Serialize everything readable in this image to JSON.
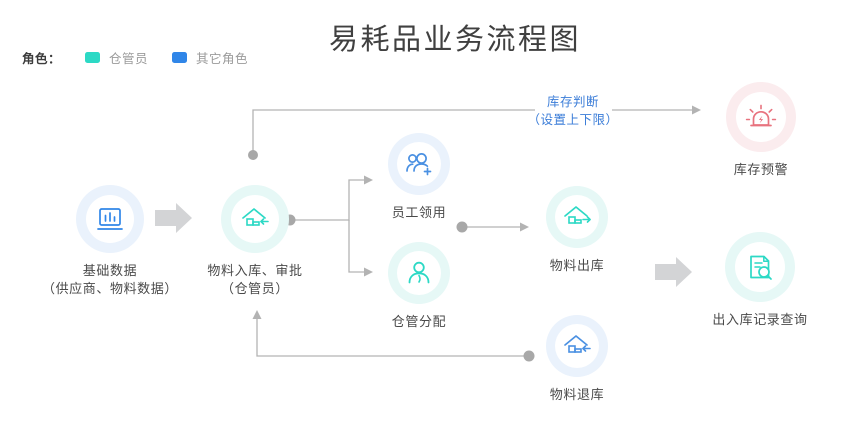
{
  "title": "易耗品业务流程图",
  "legend": {
    "title": "角色：",
    "items": [
      {
        "label": "仓管员",
        "color": "#2CD9C5",
        "icon": "color-swatch-icon"
      },
      {
        "label": "其它角色",
        "color": "#3086E8",
        "icon": "color-swatch-icon"
      }
    ]
  },
  "nodes": [
    {
      "id": "basic-data",
      "icon": "bar-chart-icon",
      "color": "#3086E8",
      "halo": "#EAF2FC",
      "line1": "基础数据",
      "line2": "（供应商、物料数据）"
    },
    {
      "id": "material-inbound",
      "icon": "warehouse-in-icon",
      "color": "#2CD9C5",
      "halo": "#E6F8F6",
      "line1": "物料入库、审批",
      "line2": "（仓管员）"
    },
    {
      "id": "employee-requisition",
      "icon": "add-user-icon",
      "color": "#4A90E2",
      "halo": "#EAF2FC",
      "line1": "员工领用",
      "line2": ""
    },
    {
      "id": "warehouse-allocation",
      "icon": "user-icon",
      "color": "#2CD9C5",
      "halo": "#E6F8F6",
      "line1": "仓管分配",
      "line2": ""
    },
    {
      "id": "material-outbound",
      "icon": "warehouse-out-icon",
      "color": "#2CD9C5",
      "halo": "#E6F8F6",
      "line1": "物料出库",
      "line2": ""
    },
    {
      "id": "material-return",
      "icon": "warehouse-return-icon",
      "color": "#4A90E2",
      "halo": "#EAF2FC",
      "line1": "物料退库",
      "line2": ""
    },
    {
      "id": "stock-alert",
      "icon": "alarm-light-icon",
      "color": "#E8737F",
      "halo": "#FBECEE",
      "line1": "库存预警",
      "line2": ""
    },
    {
      "id": "inout-record-query",
      "icon": "document-search-icon",
      "color": "#2CD9C5",
      "halo": "#E6F8F6",
      "line1": "出入库记录查询",
      "line2": ""
    }
  ],
  "edge_labels": [
    {
      "id": "stock-judgement",
      "line1": "库存判断",
      "line2": "（设置上下限）",
      "color": "#3b7dd8"
    }
  ],
  "colors": {
    "connector": "#b3b3b3",
    "block_arrow": "#d3d4d6",
    "text": "#4a4a4a",
    "title": "#404040"
  }
}
